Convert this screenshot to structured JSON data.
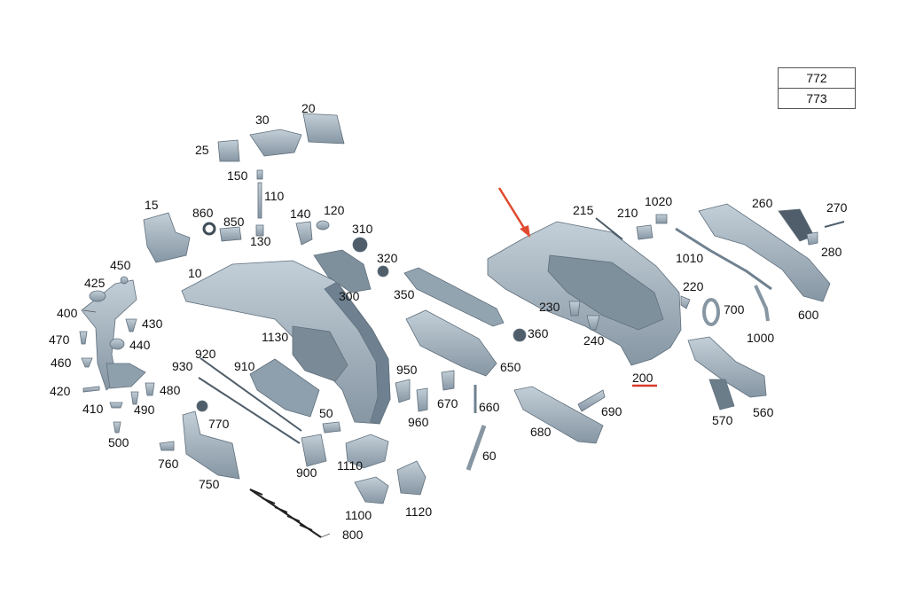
{
  "colors": {
    "part_fill": "#9fb0bd",
    "part_dark": "#6f8190",
    "part_light": "#c3cfd8",
    "highlight_arrow": "#e04a2f",
    "highlight_underline": "#d83a2a"
  },
  "reference_table": [
    "772",
    "773"
  ],
  "highlighted_part": "200",
  "labels": {
    "p10": "10",
    "p15": "15",
    "p20": "20",
    "p25": "25",
    "p30": "30",
    "p50": "50",
    "p60": "60",
    "p110": "110",
    "p120": "120",
    "p130": "130",
    "p140": "140",
    "p150": "150",
    "p200": "200",
    "p210": "210",
    "p215": "215",
    "p220": "220",
    "p230": "230",
    "p240": "240",
    "p260": "260",
    "p270": "270",
    "p280": "280",
    "p300": "300",
    "p310": "310",
    "p320": "320",
    "p350": "350",
    "p360": "360",
    "p400": "400",
    "p410": "410",
    "p420": "420",
    "p425": "425",
    "p430": "430",
    "p440": "440",
    "p450": "450",
    "p460": "460",
    "p470": "470",
    "p480": "480",
    "p490": "490",
    "p500": "500",
    "p560": "560",
    "p570": "570",
    "p600": "600",
    "p650": "650",
    "p660": "660",
    "p670": "670",
    "p680": "680",
    "p690": "690",
    "p700": "700",
    "p750": "750",
    "p760": "760",
    "p770": "770",
    "p800": "800",
    "p850": "850",
    "p860": "860",
    "p900": "900",
    "p910": "910",
    "p920": "920",
    "p930": "930",
    "p950": "950",
    "p960": "960",
    "p1000": "1000",
    "p1010": "1010",
    "p1020": "1020",
    "p1100": "1100",
    "p1110": "1110",
    "p1120": "1120",
    "p1130": "1130"
  }
}
